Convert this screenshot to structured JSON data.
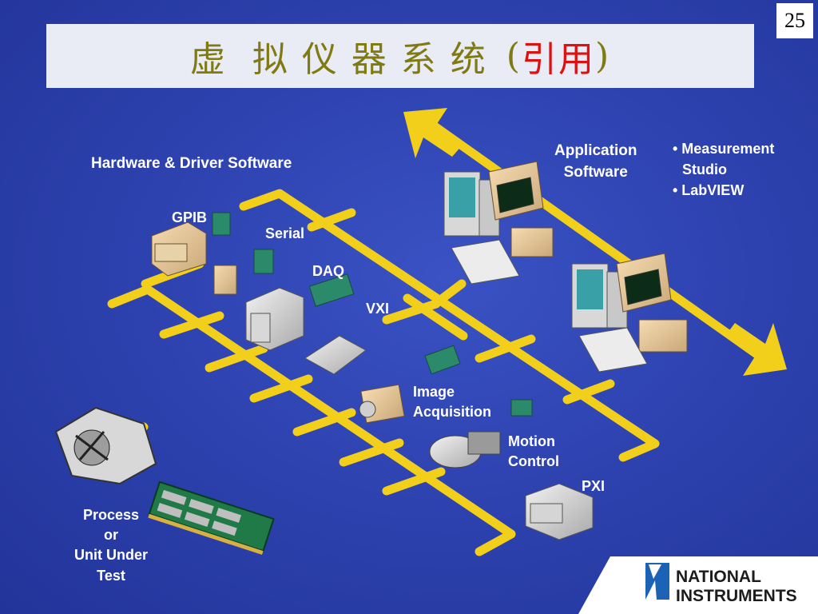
{
  "slide_number": "25",
  "title": {
    "main": "虚  拟 仪 器 系 统",
    "paren_open": "(",
    "highlight": "引用",
    "paren_close": ")"
  },
  "labels": {
    "hardware_driver": "Hardware & Driver Software",
    "application_line1": "Application",
    "application_line2": "Software",
    "measurement_studio_line1": "• Measurement",
    "measurement_studio_line2": "Studio",
    "labview": "• LabVIEW",
    "gpib": "GPIB",
    "serial": "Serial",
    "daq": "DAQ",
    "vxi": "VXI",
    "image_line1": "Image",
    "image_line2": "Acquisition",
    "motion_line1": "Motion",
    "motion_line2": "Control",
    "pxi": "PXI",
    "process_line1": "Process",
    "process_line2": "or",
    "process_line3": "Unit Under",
    "process_line4": "Test"
  },
  "logo": {
    "line1": "NATIONAL",
    "line2": "INSTRUMENTS"
  },
  "colors": {
    "background": "#2e43b0",
    "bus": "#f2cf1a",
    "title_text": "#7f7a12",
    "title_highlight": "#e01010"
  }
}
